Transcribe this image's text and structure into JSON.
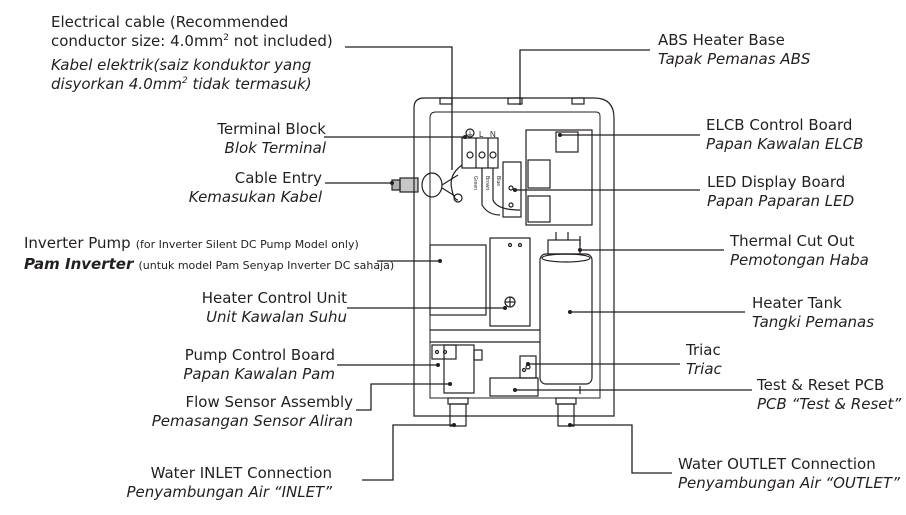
{
  "labels": {
    "electrical_cable": {
      "en_line1": "Electrical cable (Recommended",
      "en_line2a": "conductor size: 4.0mm",
      "en_sup": "2",
      "en_line2b": " not included)",
      "ms_line1": "Kabel elektrik(saiz konduktor yang",
      "ms_line2a": "disyorkan 4.0mm",
      "ms_sup": "2",
      "ms_line2b": " tidak termasuk)"
    },
    "terminal_block": {
      "en": "Terminal Block",
      "ms": "Blok Terminal"
    },
    "cable_entry": {
      "en": "Cable Entry",
      "ms": "Kemasukan Kabel"
    },
    "inverter_pump": {
      "en": "Inverter Pump",
      "en_note": "(for Inverter Silent DC Pump Model only)",
      "ms": "Pam Inverter",
      "ms_note": "(untuk model Pam Senyap Inverter DC sahaja)"
    },
    "heater_control_unit": {
      "en": "Heater Control Unit",
      "ms": "Unit Kawalan Suhu"
    },
    "pump_control_board": {
      "en": "Pump Control Board",
      "ms": "Papan Kawalan Pam"
    },
    "flow_sensor": {
      "en": "Flow Sensor Assembly",
      "ms": "Pemasangan Sensor Aliran"
    },
    "water_inlet": {
      "en": "Water INLET Connection",
      "ms": "Penyambungan Air “INLET”"
    },
    "abs_heater_base": {
      "en": "ABS Heater Base",
      "ms": "Tapak Pemanas ABS"
    },
    "elcb": {
      "en": "ELCB Control Board",
      "ms": "Papan Kawalan ELCB"
    },
    "led_display": {
      "en": "LED Display Board",
      "ms": "Papan Paparan LED"
    },
    "thermal_cut_out": {
      "en": "Thermal Cut Out",
      "ms": "Pemotongan Haba"
    },
    "heater_tank": {
      "en": "Heater Tank",
      "ms": "Tangki Pemanas"
    },
    "triac": {
      "en": "Triac",
      "ms": "Triac"
    },
    "test_reset": {
      "en": "Test & Reset PCB",
      "ms": "PCB “Test & Reset”"
    },
    "water_outlet": {
      "en": "Water OUTLET Connection",
      "ms": "Penyambungan Air “OUTLET”"
    }
  },
  "terminal_marks": {
    "live": "L",
    "neutral": "N",
    "earth": "⏚"
  },
  "wire_labels": {
    "w1": "Green",
    "w2": "Brown",
    "w3": "Blue"
  },
  "colors": {
    "line": "#231f20",
    "background": "#ffffff"
  }
}
